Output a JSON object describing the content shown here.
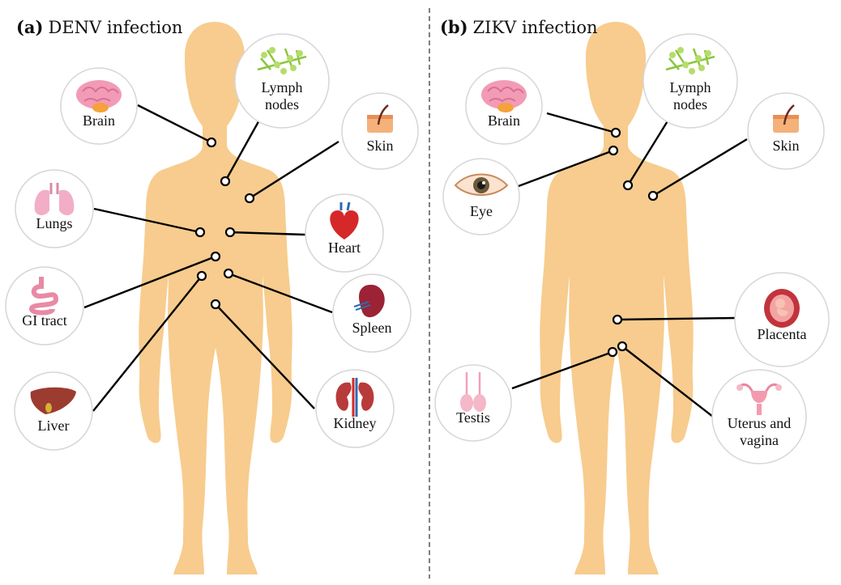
{
  "colors": {
    "body": "#f7cc8e",
    "divider": "#555555",
    "leader": "#000000",
    "bubble_border": "#d6d6d6"
  },
  "panels": [
    {
      "letter": "(a)",
      "title": "DENV infection",
      "sites": [
        {
          "id": "brain",
          "lines": [
            "Brain"
          ],
          "icon": "brain-icon"
        },
        {
          "id": "lymph",
          "lines": [
            "Lymph",
            "nodes"
          ],
          "icon": "lymph-nodes-icon"
        },
        {
          "id": "skin",
          "lines": [
            "Skin"
          ],
          "icon": "skin-icon"
        },
        {
          "id": "lungs",
          "lines": [
            "Lungs"
          ],
          "icon": "lungs-icon"
        },
        {
          "id": "heart",
          "lines": [
            "Heart"
          ],
          "icon": "heart-icon"
        },
        {
          "id": "gi",
          "lines": [
            "GI tract"
          ],
          "icon": "gi-tract-icon"
        },
        {
          "id": "spleen",
          "lines": [
            "Spleen"
          ],
          "icon": "spleen-icon"
        },
        {
          "id": "liver",
          "lines": [
            "Liver"
          ],
          "icon": "liver-icon"
        },
        {
          "id": "kidney",
          "lines": [
            "Kidney"
          ],
          "icon": "kidney-icon"
        }
      ]
    },
    {
      "letter": "(b)",
      "title": "ZIKV infection",
      "sites": [
        {
          "id": "brain",
          "lines": [
            "Brain"
          ],
          "icon": "brain-icon"
        },
        {
          "id": "lymph",
          "lines": [
            "Lymph",
            "nodes"
          ],
          "icon": "lymph-nodes-icon"
        },
        {
          "id": "skin",
          "lines": [
            "Skin"
          ],
          "icon": "skin-icon"
        },
        {
          "id": "eye",
          "lines": [
            "Eye"
          ],
          "icon": "eye-icon"
        },
        {
          "id": "placenta",
          "lines": [
            "Placenta"
          ],
          "icon": "placenta-icon"
        },
        {
          "id": "testis",
          "lines": [
            "Testis"
          ],
          "icon": "testis-icon"
        },
        {
          "id": "uterus",
          "lines": [
            "Uterus and",
            "vagina"
          ],
          "icon": "uterus-icon"
        }
      ]
    }
  ]
}
